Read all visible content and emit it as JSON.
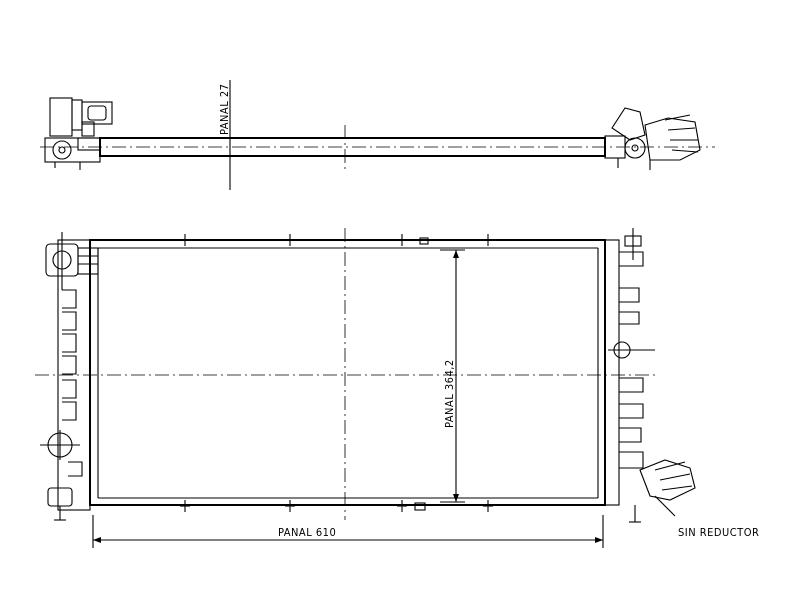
{
  "labels": {
    "depth": "PANAL 27",
    "height": "PANAL 364,2",
    "width": "PANAL 610",
    "note": "SIN REDUCTOR"
  }
}
